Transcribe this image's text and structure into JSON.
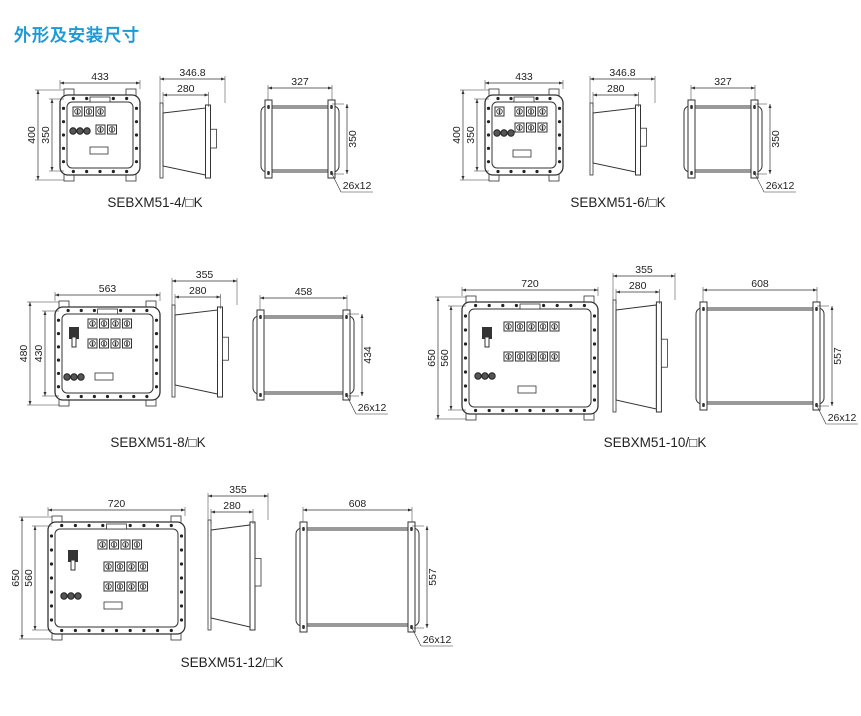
{
  "title": "外形及安装尺寸",
  "colors": {
    "title": "#1a9ad6",
    "line": "#333333"
  },
  "models": [
    {
      "label": "SEBXM51-4/□K",
      "front": {
        "width": "433",
        "height": "400",
        "inner_height": "350"
      },
      "side": {
        "depth": "346.8",
        "body_depth": "280"
      },
      "back": {
        "width": "327",
        "height": "350",
        "hole": "26x12"
      }
    },
    {
      "label": "SEBXM51-6/□K",
      "front": {
        "width": "433",
        "height": "400",
        "inner_height": "350"
      },
      "side": {
        "depth": "346.8",
        "body_depth": "280"
      },
      "back": {
        "width": "327",
        "height": "350",
        "hole": "26x12"
      }
    },
    {
      "label": "SEBXM51-8/□K",
      "front": {
        "width": "563",
        "height": "480",
        "inner_height": "430"
      },
      "side": {
        "depth": "355",
        "body_depth": "280"
      },
      "back": {
        "width": "458",
        "height": "434",
        "hole": "26x12"
      }
    },
    {
      "label": "SEBXM51-10/□K",
      "front": {
        "width": "720",
        "height": "650",
        "inner_height": "560"
      },
      "side": {
        "depth": "355",
        "body_depth": "280"
      },
      "back": {
        "width": "608",
        "height": "557",
        "hole": "26x12"
      }
    },
    {
      "label": "SEBXM51-12/□K",
      "front": {
        "width": "720",
        "height": "650",
        "inner_height": "560"
      },
      "side": {
        "depth": "355",
        "body_depth": "280"
      },
      "back": {
        "width": "608",
        "height": "557",
        "hole": "26x12"
      }
    }
  ]
}
